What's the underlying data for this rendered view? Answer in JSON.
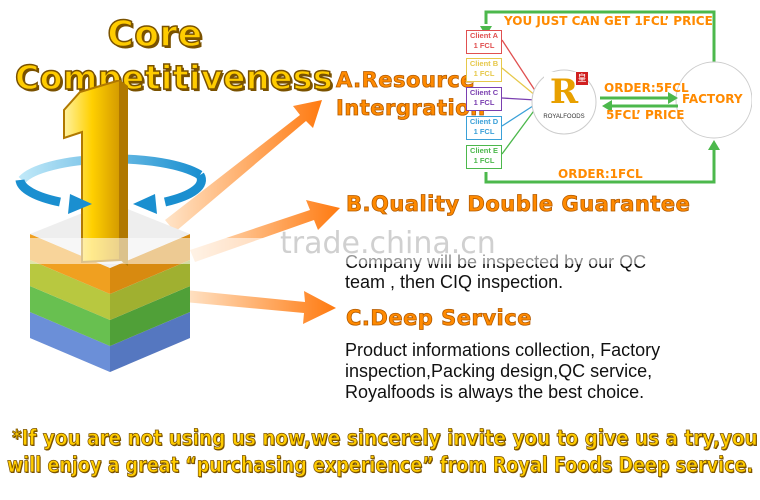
{
  "title": {
    "line1": "Core",
    "line2": "Competitiveness"
  },
  "big_number": "1",
  "sections": {
    "a_line1": "A.Resource",
    "a_line2": "Intergration",
    "b_title": "B.Quality Double Guarantee",
    "b_text_line1": "Company will be inspected by our QC",
    "b_text_line2": "team , then CIQ inspection.",
    "c_title": "C.Deep Service",
    "c_text": [
      "Product informations collection, Factory",
      "inspection,Packing design,QC service,",
      "Royalfoods is always the best choice."
    ]
  },
  "diagram": {
    "top_label": "YOU JUST CAN GET 1FCL’ PRICE",
    "clients": [
      {
        "name": "Client A",
        "qty": "1 FCL",
        "color": "#e05050"
      },
      {
        "name": "Client B",
        "qty": "1 FCL",
        "color": "#e6c84a"
      },
      {
        "name": "Client C",
        "qty": "1 FCL",
        "color": "#7a3fb0"
      },
      {
        "name": "Client D",
        "qty": "1 FCL",
        "color": "#3aa0d8"
      },
      {
        "name": "Client E",
        "qty": "1 FCL",
        "color": "#4cb84c"
      }
    ],
    "logo_letter": "R",
    "logo_badge": "皇",
    "logo_text": "ROYALFOODS",
    "order_5": "ORDER:5FCL",
    "price_5": "5FCL’ PRICE",
    "factory": "FACTORY",
    "order_1": "ORDER:1FCL"
  },
  "watermark": "trade.china.cn",
  "bottom": {
    "line1": "*If you are not using us now,we sincerely invite you to give us a try,you",
    "line2": "will enjoy a great “purchasing experience” from Royal Foods Deep service."
  },
  "colors": {
    "title_yellow": "#ffcc00",
    "section_orange": "#ff8a00",
    "arrow_orange": "#ff7a10"
  }
}
